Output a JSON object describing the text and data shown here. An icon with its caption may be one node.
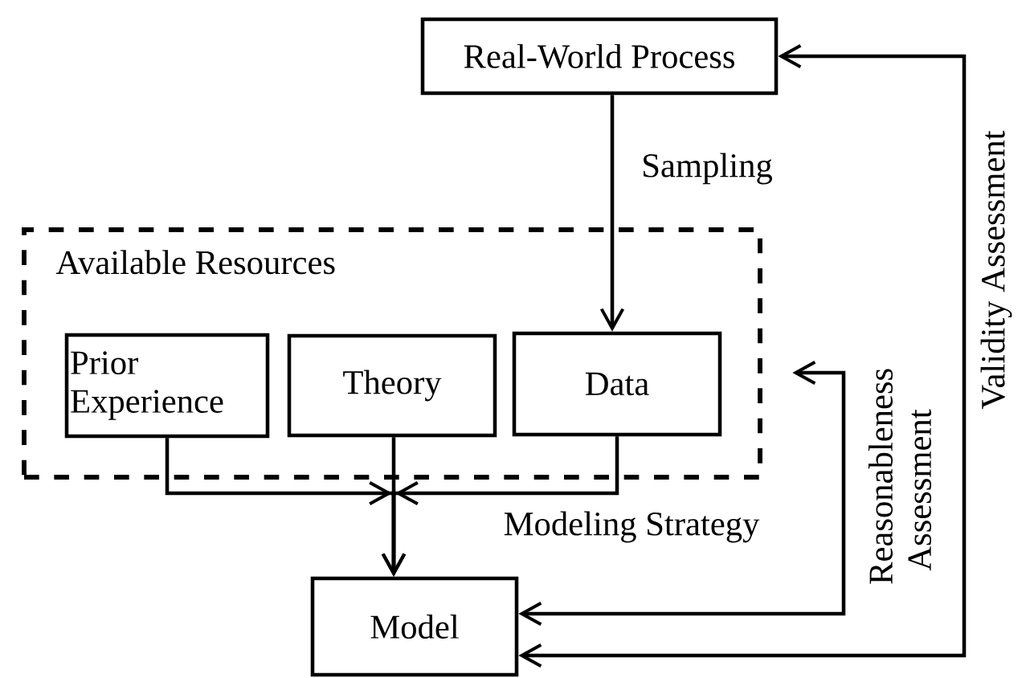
{
  "diagram": {
    "nodes": [
      {
        "text": [
          "Real-World Process"
        ]
      },
      {
        "text": [
          "Available Resources"
        ]
      },
      {
        "text": [
          "Prior Experience"
        ],
        "in": 1
      },
      {
        "text": [
          "Theory"
        ],
        "in": 1
      },
      {
        "text": [
          "Data"
        ],
        "in": 1
      },
      {
        "text": [
          "Model"
        ]
      }
    ],
    "edges": [
      {
        "from": 0,
        "to": 4,
        "arrow": "to",
        "label": "Sampling"
      },
      {
        "from": 2,
        "to": 5,
        "arrow": "to"
      },
      {
        "from": 3,
        "to": 5,
        "arrow": "to"
      },
      {
        "from": 4,
        "to": 5,
        "arrow": "to",
        "label": "Modeling Strategy"
      },
      {
        "from": 5,
        "to": 1,
        "arrow": "both",
        "label": "Reasonableness Assessment"
      },
      {
        "from": 5,
        "to": 0,
        "arrow": "both",
        "label": "Validity Assessment"
      }
    ]
  }
}
